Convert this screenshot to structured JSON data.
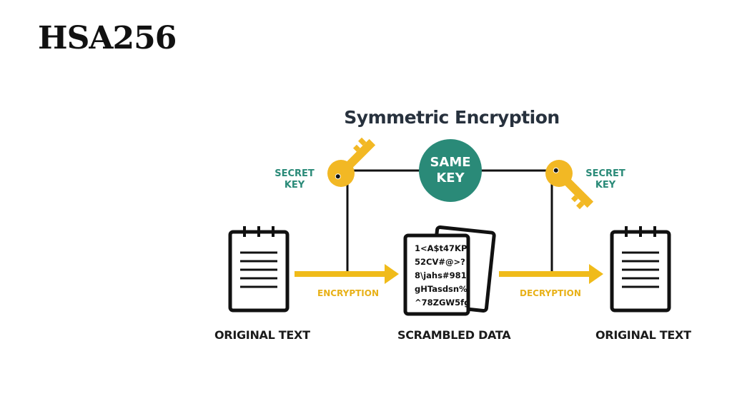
{
  "slide": {
    "title": "HSA256"
  },
  "diagram": {
    "title": "Symmetric Encryption",
    "left_key": {
      "line1": "SECRET",
      "line2": "KEY"
    },
    "right_key": {
      "line1": "SECRET",
      "line2": "KEY"
    },
    "same_key": {
      "line1": "SAME",
      "line2": "KEY"
    },
    "encryption_label": "ENCRYPTION",
    "decryption_label": "DECRYPTION",
    "captions": {
      "left": "ORIGINAL TEXT",
      "middle": "SCRAMBLED DATA",
      "right": "ORIGINAL TEXT"
    },
    "scrambled_lines": [
      "1<A$t47KP",
      "52CV#@>?",
      "8\\jahs#981",
      "gHTasdsn%",
      "^78ZGW5fg"
    ],
    "colors": {
      "accent_teal": "#2a8a78",
      "key_gold": "#f2b824",
      "arrow_gold": "#f0bb1a",
      "dark": "#1c1c1c"
    },
    "icons": [
      "key-icon",
      "notepad-icon",
      "document-icon",
      "arrow-right-icon"
    ]
  }
}
